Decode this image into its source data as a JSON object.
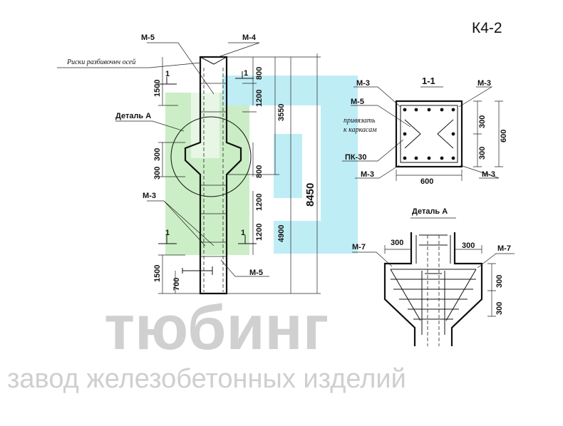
{
  "sheet_code": "К4-2",
  "watermark": {
    "brand": "тюбинг",
    "subtitle": "завод железобетонных изделий",
    "logo_colors": {
      "green": "#c6ecc0",
      "cyan": "#b9ecf6"
    }
  },
  "elevation": {
    "labels": {
      "m5_top": "М-5",
      "m4": "М-4",
      "axis_marks": "Риски разбивочнч осей",
      "detail_a": "Деталь А",
      "m3_left": "М-3",
      "m5_bottom": "М-5",
      "section_mark_left_top": "1",
      "section_mark_right_top": "1",
      "section_mark_left_bottom": "1",
      "section_mark_right_bottom": "1"
    },
    "dims": {
      "d1500_top": "1500",
      "d300_a": "300",
      "d300_b": "300",
      "d1500_bottom": "1500",
      "d700": "700",
      "d800_top": "800",
      "d1200_top": "1200",
      "d3550": "3550",
      "d800_mid": "800",
      "d1200_mid": "1200",
      "d1200_low": "1200",
      "d4900": "4900",
      "d8450": "8450"
    }
  },
  "section": {
    "title": "1-1",
    "labels": {
      "m3_tl": "М-3",
      "m3_tr": "М-3",
      "m5": "М-5",
      "bind_note_1": "привязать",
      "bind_note_2": "к каркасам",
      "pk30": "ПК-30",
      "m3_bl": "М-3",
      "m3_br": "М-3"
    },
    "dims": {
      "v300_a": "300",
      "v300_b": "300",
      "v600": "600",
      "h600": "600"
    }
  },
  "detail": {
    "title": "Деталь А",
    "labels": {
      "m7_left": "М-7",
      "m7_right": "М-7"
    },
    "dims": {
      "h300_left": "300",
      "h300_right": "300",
      "v300_a": "300",
      "v300_b": "300"
    }
  }
}
